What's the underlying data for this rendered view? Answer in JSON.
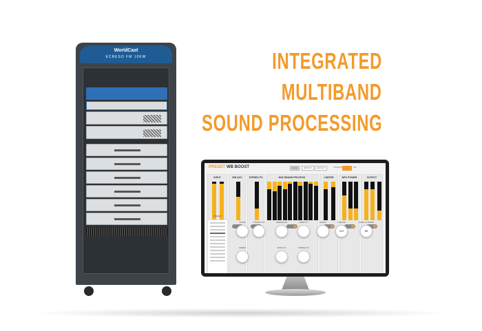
{
  "headline": [
    "INTEGRATED",
    "MULTIBAND",
    "SOUND PROCESSING"
  ],
  "accent": "#f39a2b",
  "rack": {
    "brand": "WorldCast",
    "model": "ECRESO FM 10KW"
  },
  "app": {
    "preset_label": "PRESET",
    "preset_name": "WB BOOST",
    "buttons": {
      "save": "SAVE",
      "import": "IMPORT",
      "export": "EXPORT",
      "bypass": "BYPASS",
      "on": "ON"
    },
    "sections": [
      {
        "label": "INPUT",
        "levels": [
          0.95,
          0.95
        ]
      },
      {
        "label": "WB AGC",
        "levels": [
          0.6
        ]
      },
      {
        "label": "STEREO FX",
        "levels": [
          0.3
        ]
      },
      {
        "label": "MULTIBAND PROCESS",
        "levels": [
          0.8,
          0.75,
          0.9,
          0.8,
          0.95,
          1,
          0.9,
          1,
          0.95,
          0.9
        ]
      },
      {
        "label": "LIMITER",
        "levels": [
          0.8,
          0.85
        ]
      },
      {
        "label": "MPX POWER",
        "levels": [
          0.65,
          0.3,
          0.3
        ]
      },
      {
        "label": "OUTPUT",
        "levels": [
          0.8,
          0.8,
          0.25
        ]
      }
    ],
    "preset_heading": "PRESET",
    "knobs": {
      "drive": "DRIVE",
      "speed": "SPEED",
      "stereo_fx": "STEREO FX",
      "presence": "PRESENCE",
      "fidelity": "FIDELITY",
      "bass_fx": "BASS FX",
      "treble_fx": "TREBLE FX",
      "drive2": "DRIVE",
      "limiter": "LIMITER",
      "limiter_val": "0.0",
      "clipper": "HARD CLIPPER",
      "clipper_val": "50"
    }
  }
}
